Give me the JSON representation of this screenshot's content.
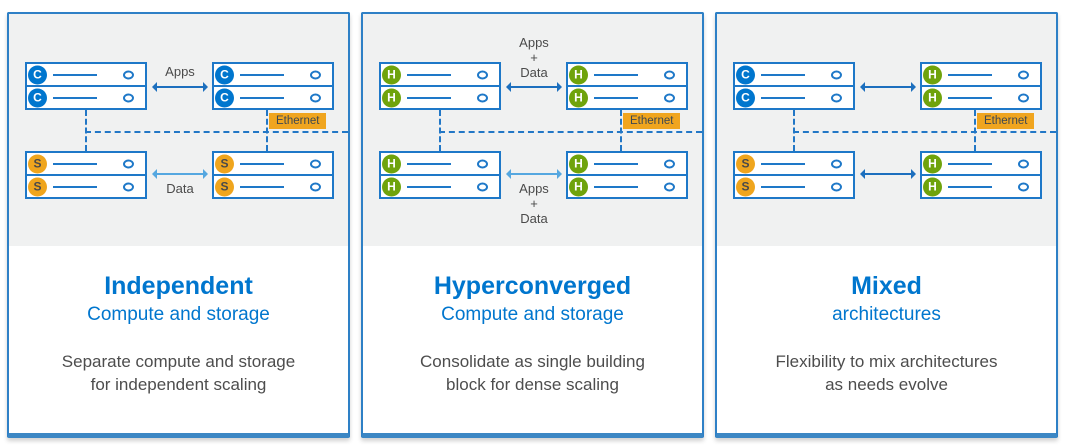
{
  "colors": {
    "panel_border": "#2E80C6",
    "compute_blue": "#0076CE",
    "hyperconverged_green": "#6FA30C",
    "storage_amber": "#EFA51D",
    "ethernet_label_bg": "#F0A51F",
    "arrow_dark_blue": "#1C6FBE",
    "arrow_light_blue": "#55A7E0",
    "dashed_line_blue": "#2277C6",
    "title_blue": "#0076CE",
    "body_text_gray": "#4D4D4D",
    "diagram_background": "#F0F1F1"
  },
  "panels": [
    {
      "title": "Independent",
      "subtitle": "Compute and storage",
      "description_lines": [
        "Separate compute and storage",
        "for independent scaling"
      ],
      "ethernet_label": "Ethernet",
      "top_arrow_label_lines": [
        "Apps"
      ],
      "bottom_arrow_label_lines": [
        "Data"
      ],
      "stacks": [
        {
          "type": "compute",
          "letter": "C"
        },
        {
          "type": "compute",
          "letter": "C"
        },
        {
          "type": "storage",
          "letter": "S"
        },
        {
          "type": "storage",
          "letter": "S"
        }
      ]
    },
    {
      "title": "Hyperconverged",
      "subtitle": "Compute and storage",
      "description_lines": [
        "Consolidate as single building",
        "block for dense scaling"
      ],
      "ethernet_label": "Ethernet",
      "top_arrow_label_lines": [
        "Apps",
        "+",
        "Data"
      ],
      "bottom_arrow_label_lines": [
        "Apps",
        "+",
        "Data"
      ],
      "stacks": [
        {
          "type": "hyperconverged",
          "letter": "H"
        },
        {
          "type": "hyperconverged",
          "letter": "H"
        },
        {
          "type": "hyperconverged",
          "letter": "H"
        },
        {
          "type": "hyperconverged",
          "letter": "H"
        }
      ]
    },
    {
      "title": "Mixed",
      "subtitle": "architectures",
      "description_lines": [
        "Flexibility to mix architectures",
        "as needs evolve"
      ],
      "ethernet_label": "Ethernet",
      "top_arrow_label_lines": [],
      "bottom_arrow_label_lines": [],
      "stacks": [
        {
          "type": "compute",
          "letter": "C"
        },
        {
          "type": "hyperconverged",
          "letter": "H"
        },
        {
          "type": "storage",
          "letter": "S"
        },
        {
          "type": "hyperconverged",
          "letter": "H"
        }
      ]
    }
  ]
}
